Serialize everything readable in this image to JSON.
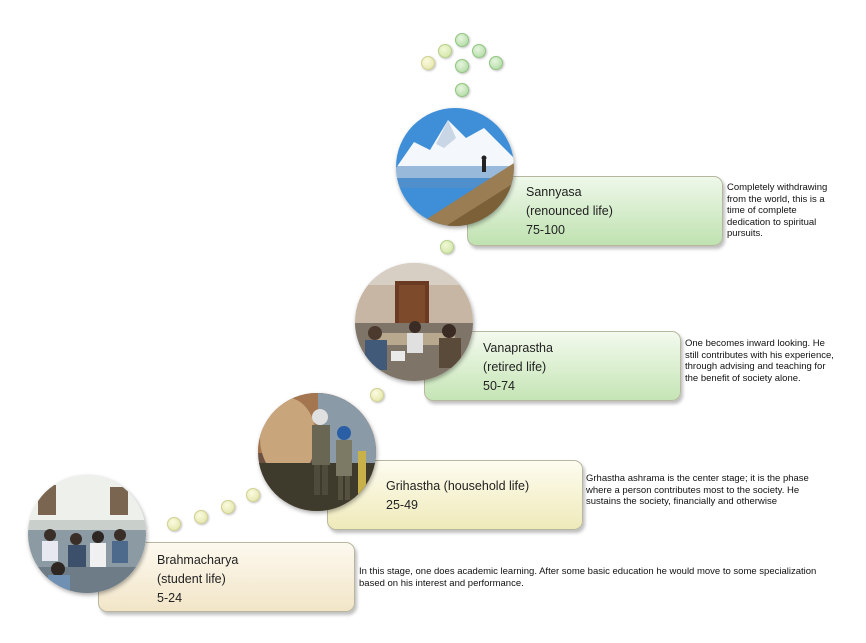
{
  "stages": [
    {
      "name": "Brahmacharya",
      "sub": "(student life)",
      "ages": "5-24",
      "photo_icon": "classroom-photo",
      "description": "In this stage, one does academic learning. After some basic education he would move to some specialization based on his interest and performance."
    },
    {
      "name": "Grihastha  (household  life)",
      "sub": "",
      "ages": "25-49",
      "photo_icon": "workers-photo",
      "description": "Grhastha ashrama is the center stage; it is the phase where a person contributes most to the society. He sustains the society, financially and otherwise"
    },
    {
      "name": "Vanaprastha",
      "sub": "(retired  life)",
      "ages": "50-74",
      "photo_icon": "meeting-photo",
      "description": "One becomes inward looking. He still contributes with his experience, through advising and teaching for the benefit of society alone."
    },
    {
      "name": "Sannyasa",
      "sub": "(renounced  life)",
      "ages": "75-100",
      "photo_icon": "mountain-photo",
      "description": "Completely withdrawing from the world, this is a time of complete dedication to spiritual pursuits."
    }
  ],
  "colors": {
    "box_warm": "#f6ead0",
    "box_yellow": "#f4f2cf",
    "box_green": "#d5ecc9",
    "dot_yellow": "#e0e2a2",
    "dot_green": "#a9d79b"
  }
}
